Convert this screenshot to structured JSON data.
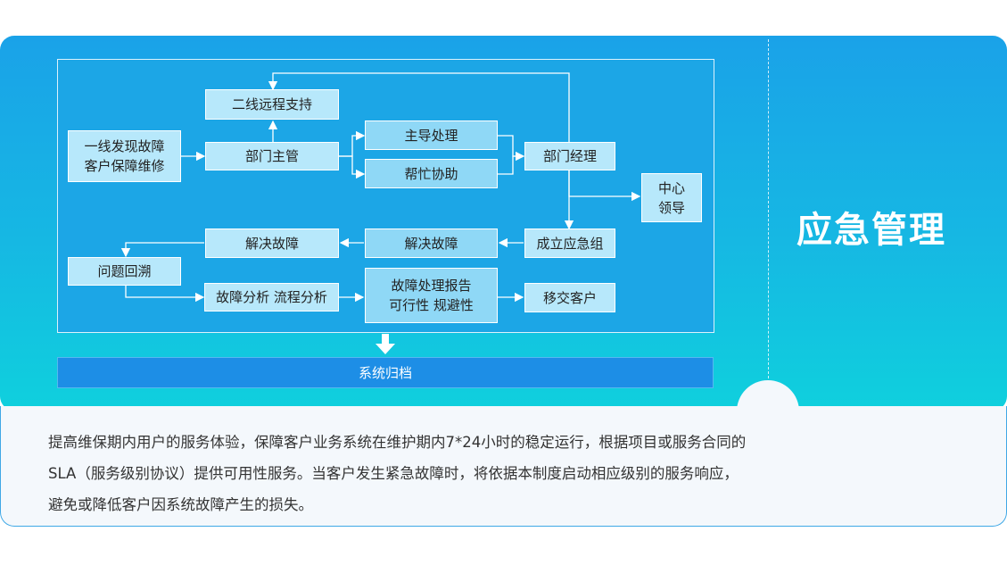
{
  "title": "应急管理",
  "nodes": {
    "yixian_1": "一线发现故障",
    "yixian_2": "客户保障维修",
    "erxian": "二线远程支持",
    "bumen_zhuguan": "部门主管",
    "zhudao": "主导处理",
    "bangmang": "帮忙协助",
    "bumen_jingli": "部门经理",
    "zhongxin_1": "中心",
    "zhongxin_2": "领导",
    "chengli": "成立应急组",
    "jiejue_1": "解决故障",
    "jiejue_2": "解决故障",
    "wenti": "问题回溯",
    "fenxi": "故障分析 流程分析",
    "baogao_1": "故障处理报告",
    "baogao_2": "可行性 规避性",
    "yijiao": "移交客户"
  },
  "archive": "系统归档",
  "description": {
    "line1": "提高维保期内用户的服务体验，保障客户业务系统在维护期内7*24小时的稳定运行，根据项目或服务合同的",
    "line2": "SLA（服务级别协议）提供可用性服务。当客户发生紧急故障时，将依据本制度启动相应级别的服务响应，",
    "line3": "避免或降低客户因系统故障产生的损失。"
  }
}
